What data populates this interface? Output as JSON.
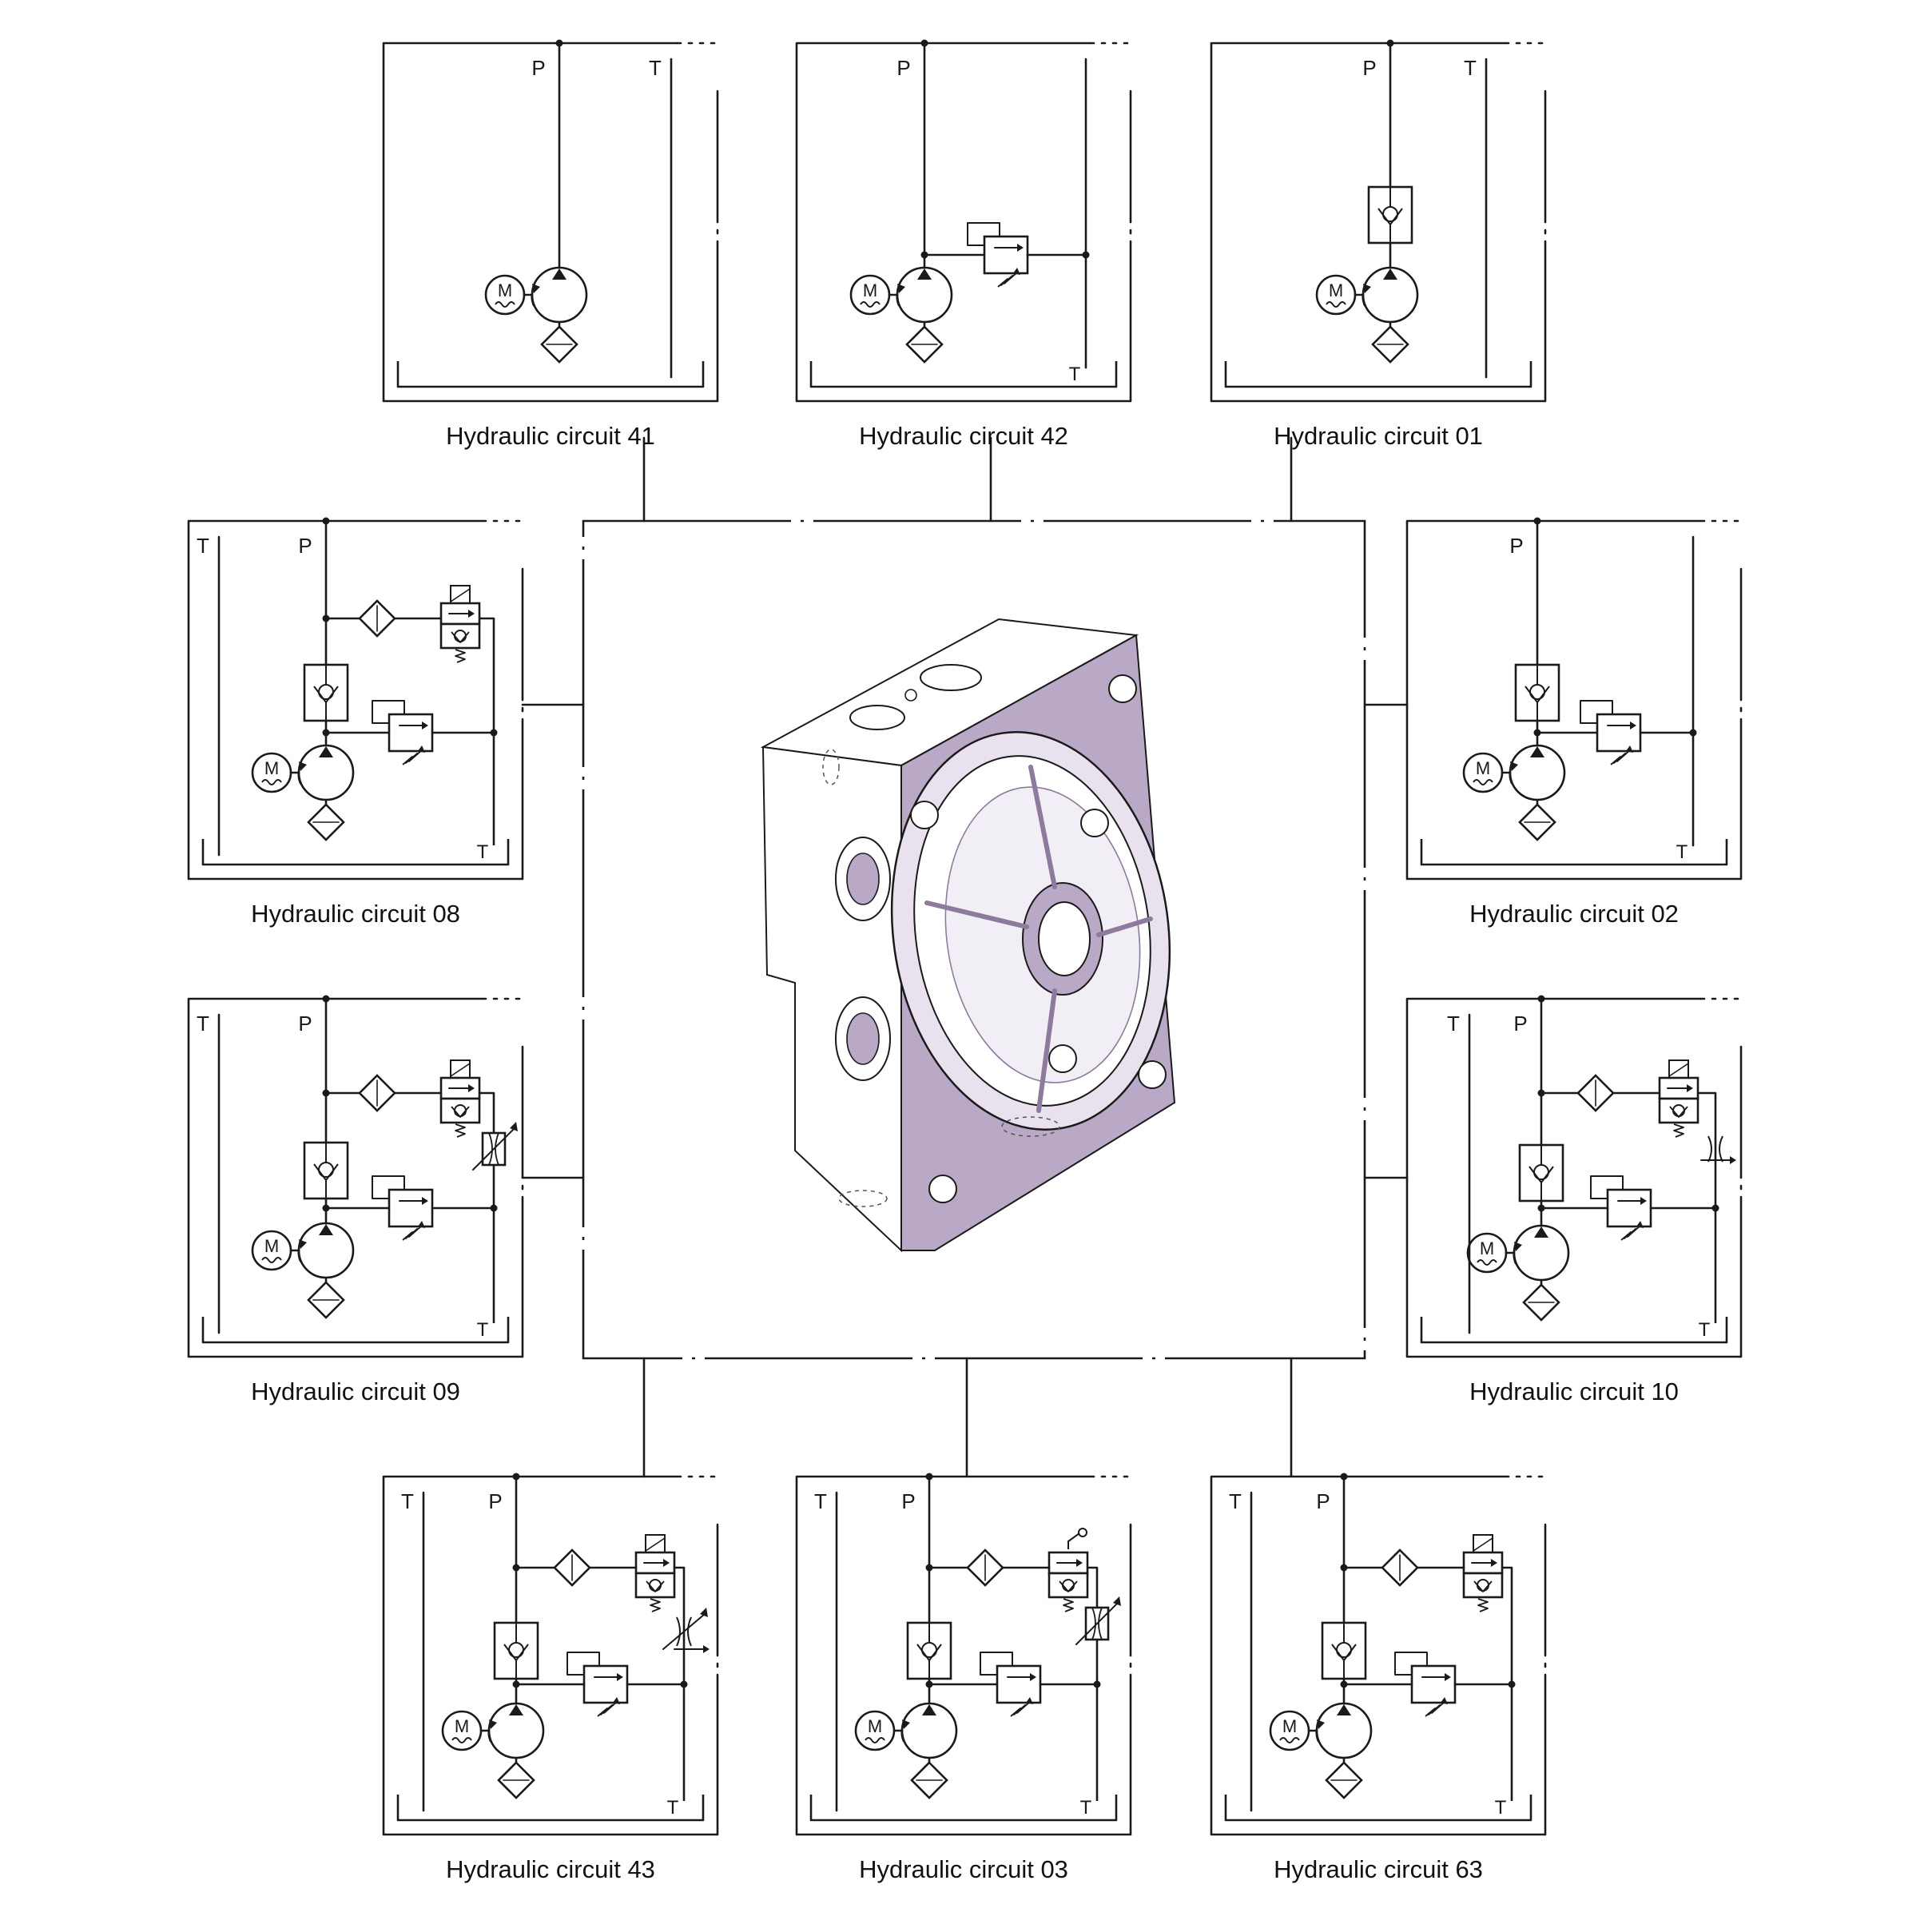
{
  "diagram": {
    "port_labels": {
      "pressure": "P",
      "tank": "T"
    },
    "motor_label": "M",
    "colors": {
      "line": "#1a1a1a",
      "block_face": "#ffffff",
      "block_accent": "#b9a9c6",
      "block_accent_dark": "#8e7a9c",
      "dashed_detail": "#555555"
    },
    "circuits": [
      {
        "id": "c41",
        "title": "Hydraulic circuit 41",
        "components": []
      },
      {
        "id": "c42",
        "title": "Hydraulic circuit 42",
        "components": [
          "relief-valve"
        ]
      },
      {
        "id": "c01",
        "title": "Hydraulic circuit 01",
        "components": [
          "check-valve"
        ]
      },
      {
        "id": "c08",
        "title": "Hydraulic circuit 08",
        "components": [
          "check-valve",
          "relief-valve",
          "filter",
          "solenoid-valve"
        ]
      },
      {
        "id": "c02",
        "title": "Hydraulic circuit 02",
        "components": [
          "check-valve",
          "relief-valve"
        ]
      },
      {
        "id": "c09",
        "title": "Hydraulic circuit 09",
        "components": [
          "check-valve",
          "relief-valve",
          "filter",
          "solenoid-valve",
          "adjustable-throttle"
        ]
      },
      {
        "id": "c10",
        "title": "Hydraulic circuit 10",
        "components": [
          "check-valve",
          "relief-valve",
          "filter",
          "solenoid-valve",
          "restrictor"
        ]
      },
      {
        "id": "c43",
        "title": "Hydraulic circuit 43",
        "components": [
          "check-valve",
          "relief-valve",
          "filter",
          "solenoid-valve",
          "adjustable-throttle-external"
        ]
      },
      {
        "id": "c03",
        "title": "Hydraulic circuit 03",
        "components": [
          "check-valve",
          "relief-valve",
          "filter",
          "manual-valve",
          "adjustable-throttle"
        ]
      },
      {
        "id": "c63",
        "title": "Hydraulic circuit 63",
        "components": [
          "check-valve",
          "relief-valve",
          "filter",
          "solenoid-valve"
        ]
      }
    ]
  }
}
